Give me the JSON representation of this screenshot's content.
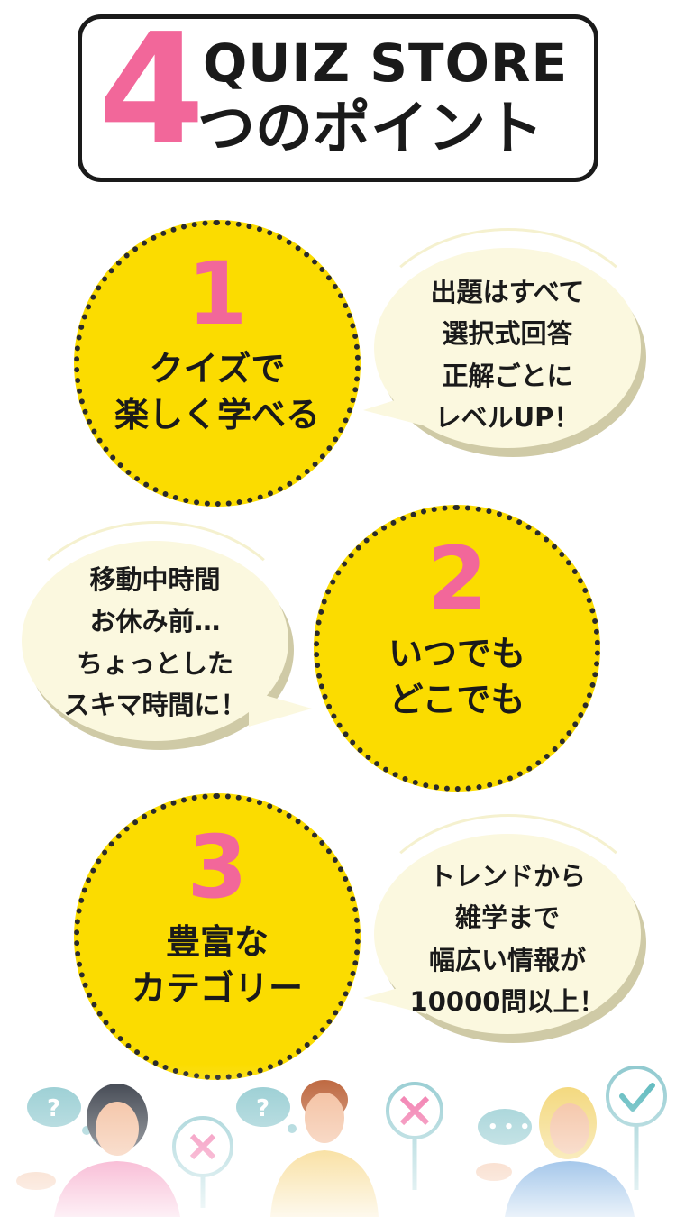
{
  "header": {
    "number": "4",
    "brand": "QUIZ STORE",
    "subtitle": "つのポイント"
  },
  "points": [
    {
      "number": "1",
      "title_line1": "クイズで",
      "title_line2": "楽しく学べる",
      "bubble_lines": [
        "出題はすべて",
        "選択式回答",
        "正解ごとに",
        "レベルUP！"
      ]
    },
    {
      "number": "2",
      "title_line1": "いつでも",
      "title_line2": "どこでも",
      "bubble_lines": [
        "移動中時間",
        "お休み前…",
        "ちょっとした",
        "スキマ時間に！"
      ]
    },
    {
      "number": "3",
      "title_line1": "豊富な",
      "title_line2": "カテゴリー",
      "bubble_lines": [
        "トレンドから",
        "雑学まで",
        "幅広い情報が",
        "10000問以上！"
      ]
    }
  ],
  "colors": {
    "pink": "#f2679a",
    "yellow": "#fbdc00",
    "bubble": "#fbf8df",
    "ink": "#1a1a1a"
  },
  "icons": [
    "question-bubble-icon",
    "cross-sign-icon",
    "check-sign-icon",
    "ellipsis-bubble-icon"
  ]
}
